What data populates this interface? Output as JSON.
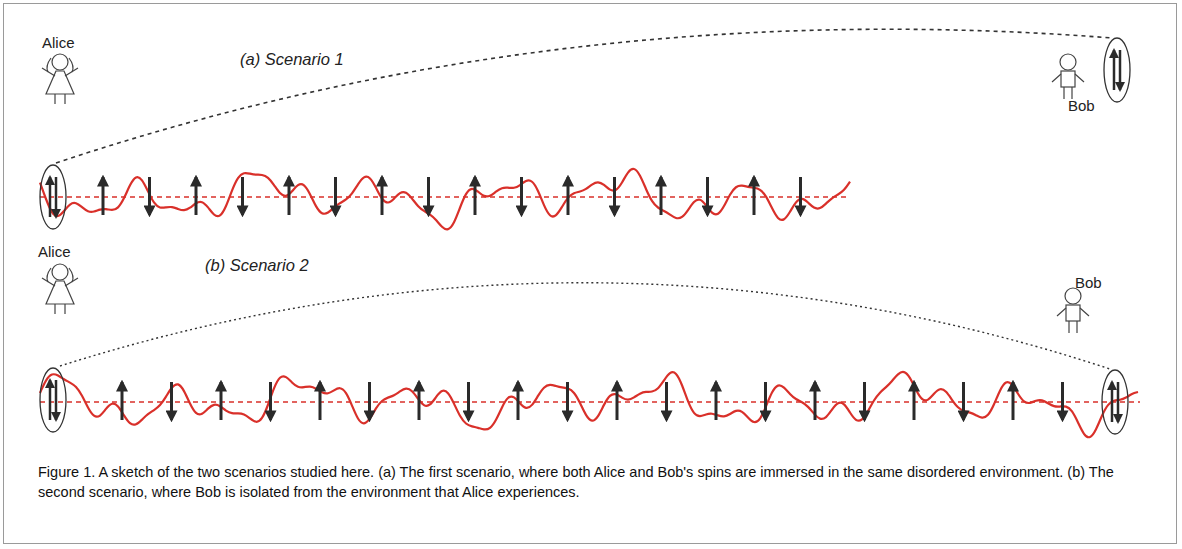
{
  "diagram": {
    "caption": "Figure 1. A sketch of the two scenarios studied here. (a) The first scenario, where both Alice and Bob's spins are immersed in the same disordered environment. (b) The second scenario, where Bob is isolated from the environment that Alice experiences.",
    "labels": [
      "Alice",
      "(a) Scenario 1",
      "Bob",
      "Alice",
      "(b) Scenario 2",
      "Bob"
    ]
  }
}
